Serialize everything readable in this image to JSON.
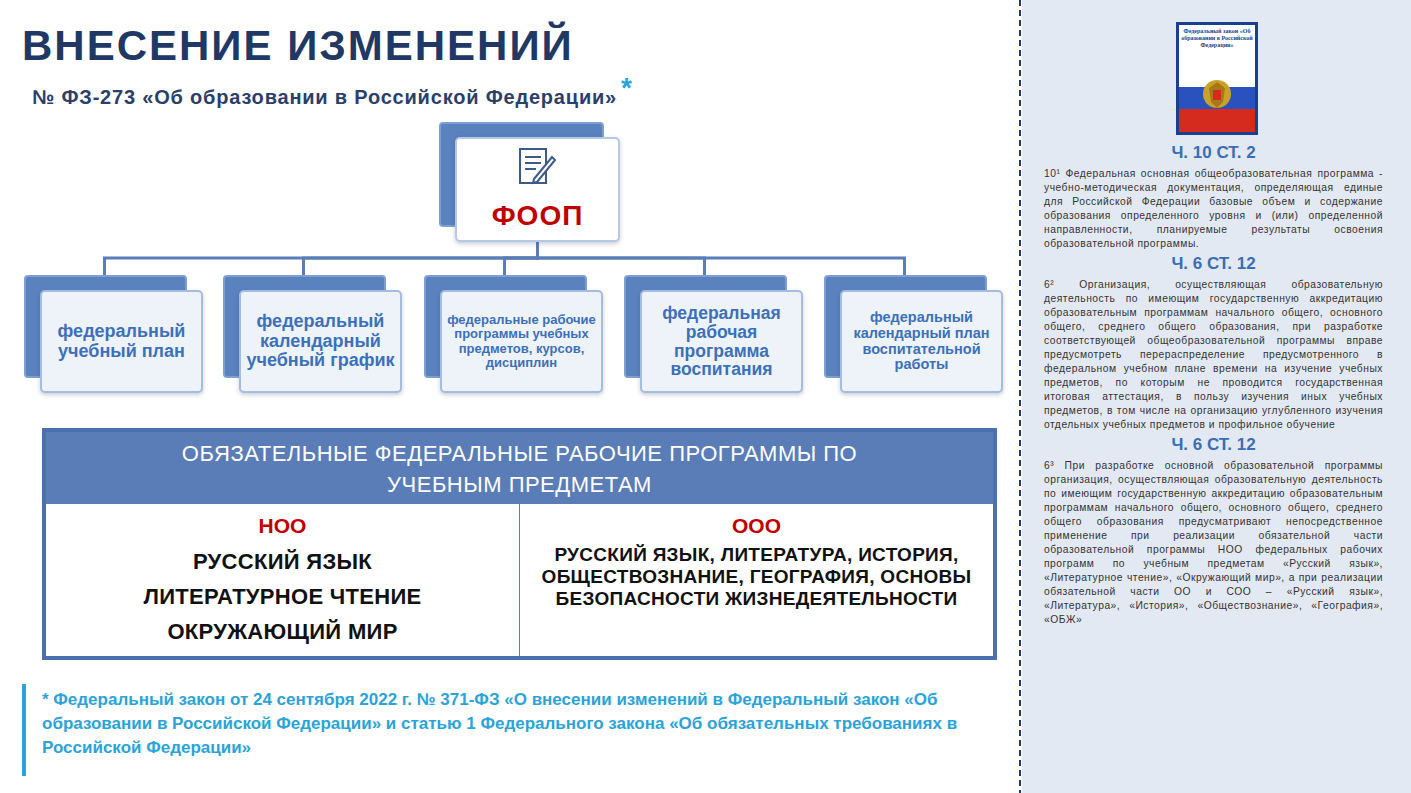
{
  "diagram": {
    "title": "ВНЕСЕНИЕ ИЗМЕНЕНИЙ",
    "nodes": [
      {
        "text": [
          "ФООП"
        ]
      },
      {
        "text": [
          "федеральный учебный план"
        ]
      },
      {
        "text": [
          "федеральный календарный учебный график"
        ]
      },
      {
        "text": [
          "федеральные рабочие программы учебных предметов, курсов, дисциплин"
        ]
      },
      {
        "text": [
          "федеральная рабочая программа воспитания"
        ]
      },
      {
        "text": [
          "федеральный календарный план воспитательной работы"
        ]
      },
      {
        "text": [
          "ОБЯЗАТЕЛЬНЫЕ ФЕДЕРАЛЬНЫЕ РАБОЧИЕ ПРОГРАММЫ ПО УЧЕБНЫМ ПРЕДМЕТАМ"
        ]
      },
      {
        "text": [
          "НОО",
          "РУССКИЙ ЯЗЫК",
          "ЛИТЕРАТУРНОЕ ЧТЕНИЕ",
          "ОКРУЖАЮЩИЙ МИР"
        ],
        "in": 6
      },
      {
        "text": [
          "ООО",
          "РУССКИЙ ЯЗЫК, ЛИТЕРАТУРА, ИСТОРИЯ, ОБЩЕСТВОЗНАНИЕ, ГЕОГРАФИЯ, ОСНОВЫ БЕЗОПАСНОСТИ ЖИЗНЕДЕЯТЕЛЬНОСТИ"
        ],
        "in": 6
      },
      {
        "text": [
          "Ч. 10 СТ. 2",
          "10¹ Федеральная основная общеобразовательная программа - учебно-методическая документация, определяющая единые для Российской Федерации базовые объем и содержание образования определенного уровня и (или) определенной направленности, планируемые результаты освоения образовательной программы.",
          "Ч. 6 СТ. 12",
          "6² Организация, осуществляющая образовательную деятельность по имеющим государственную аккредитацию образовательным программам начального общего, основного общего, среднего общего образования, при разработке соответствующей общеобразовательной программы вправе предусмотреть перераспределение предусмотренного в федеральном учебном плане времени на изучение учебных предметов, по которым не проводится государственная итоговая аттестация, в пользу изучения иных учебных предметов, в том числе на организацию углубленного изучения отдельных учебных предметов и профильное обучение",
          "Ч. 6 СТ. 12",
          "6³ При разработке основной образовательной программы организация, осуществляющая образовательную деятельность по имеющим государственную аккредитацию образовательным программам начального общего, основного общего, среднего общего образования предусматривают непосредственное применение при реализации обязательной части образовательной программы НОО федеральных рабочих программ по учебным предметам «Русский язык», «Литературное чтение», «Окружающий мир», а при реализации обязательной части ОО и СОО – «Русский язык», «Литература», «История», «Обществознание», «География», «ОБЖ»"
        ]
      }
    ],
    "edges": [
      {
        "from": 0,
        "to": 1,
        "arrow": "none"
      },
      {
        "from": 0,
        "to": 2,
        "arrow": "none"
      },
      {
        "from": 0,
        "to": 3,
        "arrow": "none"
      },
      {
        "from": 0,
        "to": 4,
        "arrow": "none"
      },
      {
        "from": 0,
        "to": 5,
        "arrow": "none"
      }
    ],
    "labels": [
      "№ ФЗ-273 «Об образовании в Российской Федерации»",
      "*",
      "* Федеральный закон от 24 сентября 2022 г. № 371-ФЗ «О внесении изменений в Федеральный закон «Об образовании в Российской Федерации» и статью 1 Федерального закона «Об обязательных требованиях в Российской Федерации»",
      "Федеральный закон «Об образовании в Российской Федерации»"
    ]
  }
}
